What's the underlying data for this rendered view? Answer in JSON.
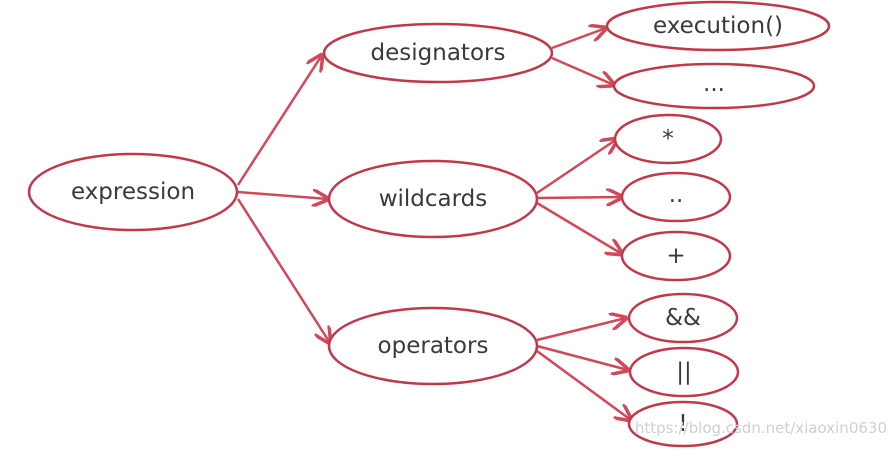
{
  "colors": {
    "stroke": "#c0394b",
    "arrow": "#d0485a",
    "text": "#3a3a3a"
  },
  "nodes": {
    "expression": "expression",
    "designators": "designators",
    "wildcards": "wildcards",
    "operators": "operators",
    "execution": "execution()",
    "ellipsis": "...",
    "star": "*",
    "dotdot": "..",
    "plus": "+",
    "and": "&&",
    "or": "||",
    "not": "!"
  },
  "watermark": "https://blog.csdn.net/xiaoxin0630"
}
